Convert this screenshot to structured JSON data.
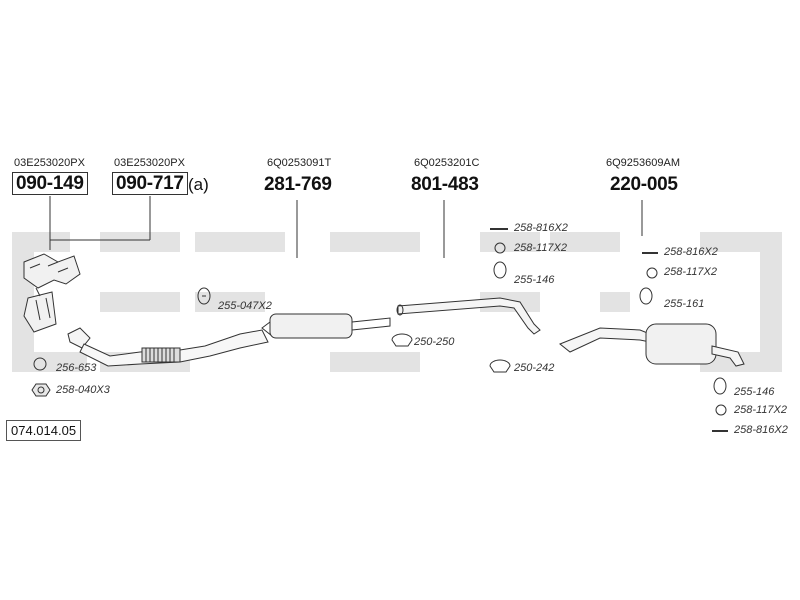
{
  "diagram_id": "074.014.05",
  "watermark_color": "#e3e3e3",
  "parts": {
    "manifold_1": {
      "oem": "03E253020PX",
      "number": "090-149"
    },
    "manifold_2": {
      "oem": "03E253020PX",
      "number": "090-717",
      "suffix": "(a)"
    },
    "front_pipe": {
      "oem": "6Q0253091T",
      "number": "281-769"
    },
    "middle_pipe": {
      "oem": "6Q0253201C",
      "number": "801-483"
    },
    "rear_silencer": {
      "oem": "6Q9253609AM",
      "number": "220-005"
    }
  },
  "small_parts": {
    "a": "256-653",
    "b": "258-040X3",
    "c": "255-047X2",
    "d": "250-250",
    "e": "258-816X2",
    "f": "258-117X2",
    "g": "255-146",
    "h": "250-242",
    "i": "258-816X2",
    "j": "258-117X2",
    "k": "255-161",
    "l": "255-146",
    "m": "258-117X2",
    "n": "258-816X2"
  }
}
